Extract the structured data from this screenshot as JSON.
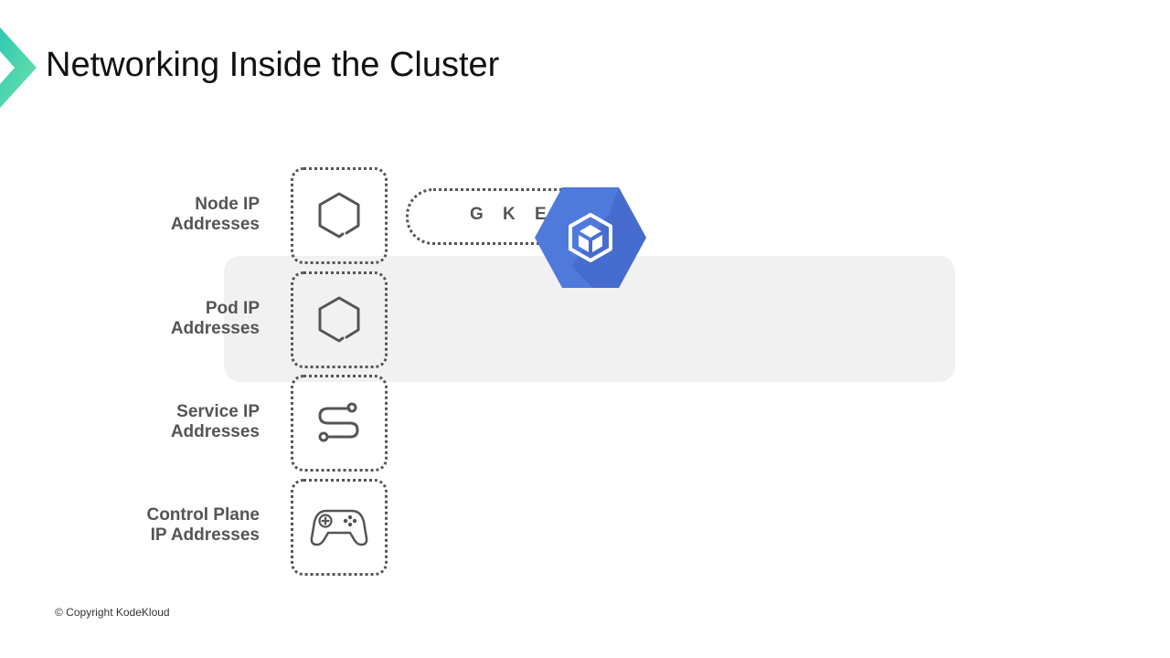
{
  "slide": {
    "title": "Networking Inside the Cluster",
    "copyright": "© Copyright KodeKloud"
  },
  "gke": {
    "label": "G K E",
    "logo_icon": "gke-hexagon-cube-logo",
    "brand_color": "#4f73d9"
  },
  "rows": [
    {
      "line1": "Node IP",
      "line2": "Addresses",
      "icon": "hexagon-icon"
    },
    {
      "line1": "Pod IP",
      "line2": "Addresses",
      "icon": "hexagon-icon"
    },
    {
      "line1": "Service IP",
      "line2": "Addresses",
      "icon": "route-icon"
    },
    {
      "line1": "Control Plane",
      "line2": "IP Addresses",
      "icon": "gamepad-icon"
    }
  ],
  "colors": {
    "accent_teal": "#3fd3b0",
    "label_gray": "#555555",
    "highlight_band": "#f1f1f2"
  }
}
